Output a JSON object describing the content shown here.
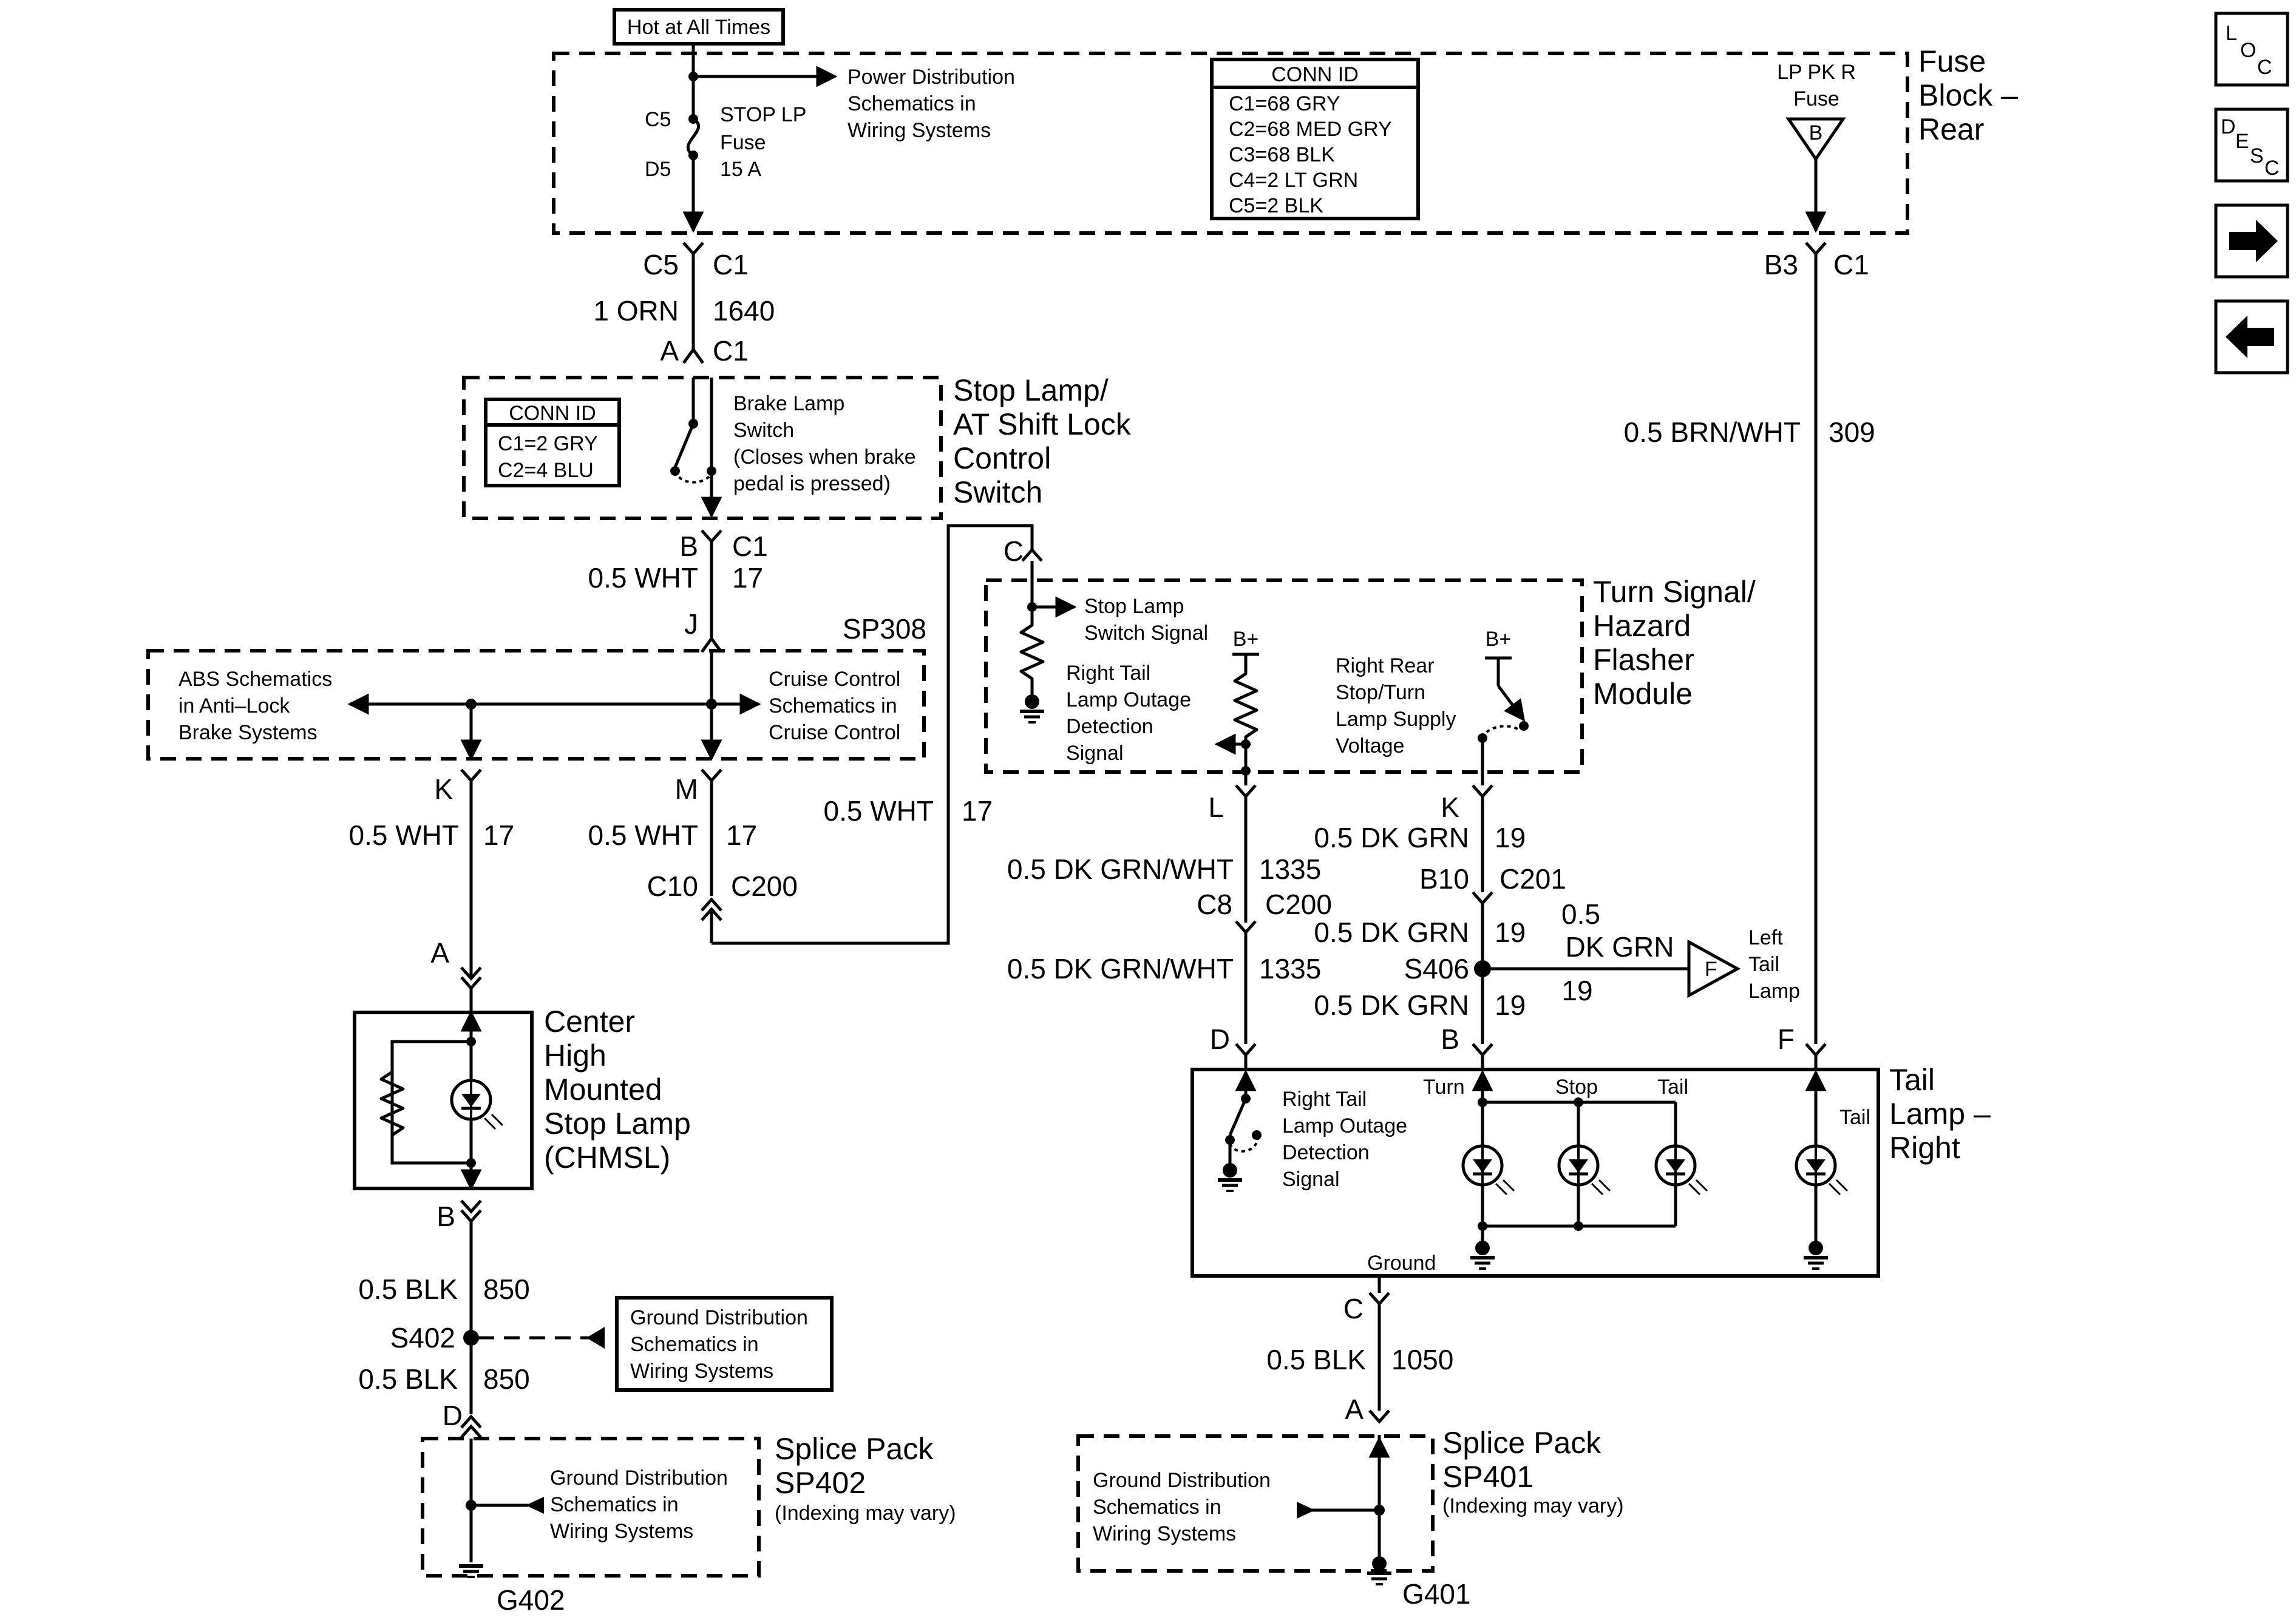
{
  "fuse_block": {
    "hot_label": "Hot at All Times",
    "title": [
      "Fuse",
      "Block –",
      "Rear"
    ],
    "power_dist": [
      "Power Distribution",
      "Schematics in",
      "Wiring Systems"
    ],
    "stop_fuse": [
      "STOP LP",
      "Fuse",
      "15 A"
    ],
    "stop_fuse_pin_top": "C5",
    "stop_fuse_pin_bottom": "D5",
    "conn_id": {
      "header": "CONN ID",
      "lines": [
        "C1=68 GRY",
        "C2=68 MED GRY",
        "C3=68 BLK",
        "C4=2 LT GRN",
        "C5=2 BLK"
      ]
    },
    "lp_fuse": [
      "LP PK R",
      "Fuse"
    ],
    "lp_fuse_symbol": "B"
  },
  "wire_stop": {
    "pin_top_left": "C5",
    "pin_top_right": "C1",
    "gauge_color": "1 ORN",
    "circuit": "1640",
    "pin_bottom_left": "A",
    "pin_bottom_right": "C1"
  },
  "wire_tail_feed": {
    "pin_left": "B3",
    "pin_right": "C1",
    "gauge_color": "0.5 BRN/WHT",
    "circuit": "309"
  },
  "brake_switch": {
    "title": [
      "Stop Lamp/",
      "AT Shift Lock",
      "Control",
      "Switch"
    ],
    "conn_id": {
      "header": "CONN ID",
      "lines": [
        "C1=2 GRY",
        "C2=4 BLU"
      ]
    },
    "switch_label": [
      "Brake Lamp",
      "Switch",
      "(Closes when brake",
      "pedal is pressed)"
    ],
    "pin_out_left": "B",
    "pin_out_right": "C1",
    "out_gauge": "0.5 WHT",
    "out_circuit": "17"
  },
  "sp308": {
    "label": "SP308",
    "pin_in": "J",
    "abs": [
      "ABS Schematics",
      "in Anti–Lock",
      "Brake Systems"
    ],
    "cruise": [
      "Cruise Control",
      "Schematics in",
      "Cruise Control"
    ],
    "pin_k": "K",
    "pin_m": "M"
  },
  "wire_k": {
    "gauge": "0.5 WHT",
    "circuit": "17",
    "pin_chmsl": "A"
  },
  "wire_m": {
    "gauge": "0.5 WHT",
    "circuit": "17",
    "pin_left": "C10",
    "pin_right": "C200"
  },
  "wire_to_module": {
    "gauge": "0.5 WHT",
    "circuit": "17",
    "pin": "C"
  },
  "chmsl": {
    "title": [
      "Center",
      "High",
      "Mounted",
      "Stop Lamp",
      "(CHMSL)"
    ],
    "pin_bottom": "B"
  },
  "ground_left": {
    "gauge_top": "0.5 BLK",
    "circuit_top": "850",
    "splice": "S402",
    "gauge_bottom": "0.5 BLK",
    "circuit_bottom": "850",
    "pin": "D",
    "gd": [
      "Ground Distribution",
      "Schematics in",
      "Wiring Systems"
    ],
    "pack_title": [
      "Splice Pack",
      "SP402"
    ],
    "pack_note": "(Indexing may vary)",
    "pack_gd": [
      "Ground Distribution",
      "Schematics in",
      "Wiring Systems"
    ],
    "ground": "G402"
  },
  "module": {
    "title": [
      "Turn Signal/",
      "Hazard",
      "Flasher",
      "Module"
    ],
    "stop_sig": [
      "Stop Lamp",
      "Switch Signal"
    ],
    "outage": [
      "Right Tail",
      "Lamp Outage",
      "Detection",
      "Signal"
    ],
    "bplus": "B+",
    "rr_supply": [
      "Right Rear",
      "Stop/Turn",
      "Lamp Supply",
      "Voltage"
    ],
    "pin_l": "L",
    "pin_k": "K"
  },
  "wire_l": {
    "gauge": "0.5 DK GRN/WHT",
    "circuit": "1335",
    "pin_left": "C8",
    "pin_right": "C200",
    "gauge2": "0.5 DK GRN/WHT",
    "circuit2": "1335",
    "pin_lamp": "D"
  },
  "wire_k2": {
    "gauge": "0.5 DK GRN",
    "circuit": "19",
    "pin_left": "B10",
    "pin_right": "C201",
    "gauge2": "0.5 DK GRN",
    "circuit2": "19",
    "splice": "S406",
    "branch_gauge": [
      "0.5",
      "DK GRN"
    ],
    "branch_circuit": "19",
    "branch_symbol": "F",
    "left_tail": [
      "Left",
      "Tail",
      "Lamp"
    ],
    "gauge3": "0.5 DK GRN",
    "circuit3": "19",
    "pin_lamp": "B"
  },
  "tail_lamp": {
    "title": [
      "Tail",
      "Lamp –",
      "Right"
    ],
    "pin_f": "F",
    "outage": [
      "Right Tail",
      "Lamp Outage",
      "Detection",
      "Signal"
    ],
    "turn": "Turn",
    "stop": "Stop",
    "tail": "Tail",
    "tail2": "Tail",
    "ground": "Ground",
    "pin_c": "C"
  },
  "ground_right": {
    "gauge": "0.5 BLK",
    "circuit": "1050",
    "pin": "A",
    "pack_title": [
      "Splice Pack",
      "SP401"
    ],
    "pack_note": "(Indexing may vary)",
    "pack_gd": [
      "Ground Distribution",
      "Schematics in",
      "Wiring Systems"
    ],
    "ground": "G401"
  },
  "nav": {
    "loc": [
      "L",
      "O",
      "C"
    ],
    "desc": [
      "D",
      "E",
      "S",
      "C"
    ],
    "forward": "right-arrow-icon",
    "back": "left-arrow-icon"
  }
}
